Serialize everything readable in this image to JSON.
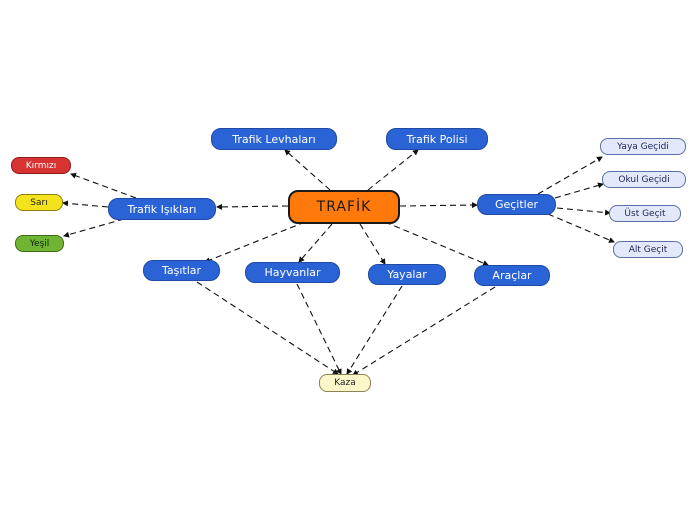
{
  "central": "TRAFİK",
  "nodes": {
    "levhalar": "Trafik Levhaları",
    "polisi": "Trafik Polisi",
    "isiklari": "Trafik Işıkları",
    "gecitler": "Geçitler",
    "tasitlar": "Taşıtlar",
    "hayvanlar": "Hayvanlar",
    "yayalar": "Yayalar",
    "araclar": "Araçlar",
    "kirmizi": "Kırmızı",
    "sari": "Sarı",
    "yesil": "Yeşil",
    "yaya_gecidi": "Yaya Geçidi",
    "okul_gecidi": "Okul Geçidi",
    "ust_gecit": "Üst Geçit",
    "alt_gecit": "Alt Geçit",
    "kaza": "Kaza"
  },
  "colors": {
    "central": "#ff7a0a",
    "topic": "#2a63d6",
    "subtopic": "#e3e9fb",
    "red_light": "#d83333",
    "yellow_light": "#f4e21b",
    "green_light": "#6fb533",
    "accident": "#fbf7c9"
  }
}
